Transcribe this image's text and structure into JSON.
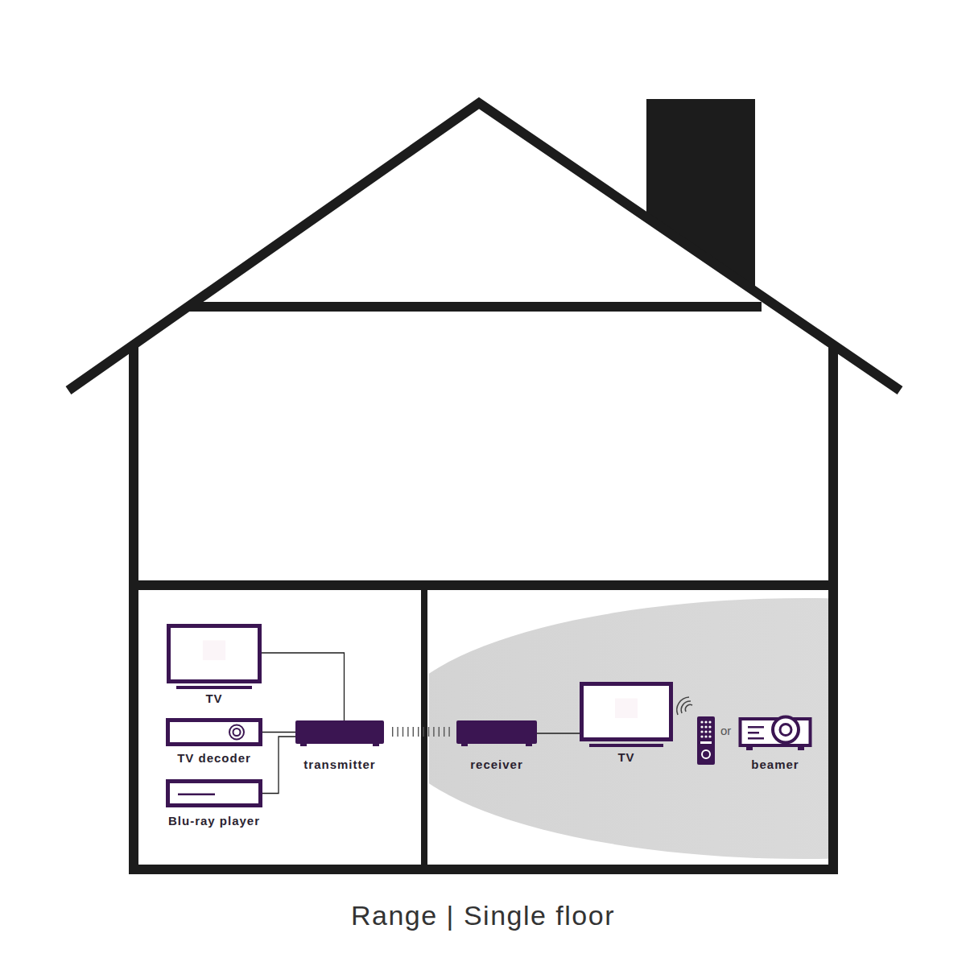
{
  "diagram": {
    "caption": "Range | Single floor",
    "nodes": [
      {
        "text": [
          "TV"
        ]
      },
      {
        "text": [
          "TV decoder"
        ]
      },
      {
        "text": [
          "Blu-ray player"
        ]
      },
      {
        "text": [
          "transmitter"
        ]
      },
      {
        "text": [
          "receiver"
        ]
      },
      {
        "text": [
          "TV"
        ]
      },
      {
        "text": [
          "beamer"
        ]
      }
    ],
    "edges": [
      {
        "from": 0,
        "to": 3,
        "arrow": "none"
      },
      {
        "from": 1,
        "to": 3,
        "arrow": "none"
      },
      {
        "from": 2,
        "to": 3,
        "arrow": "none"
      },
      {
        "from": 3,
        "to": 4,
        "arrow": "none"
      },
      {
        "from": 4,
        "to": 5,
        "arrow": "none"
      }
    ],
    "labels": [
      "or"
    ]
  }
}
